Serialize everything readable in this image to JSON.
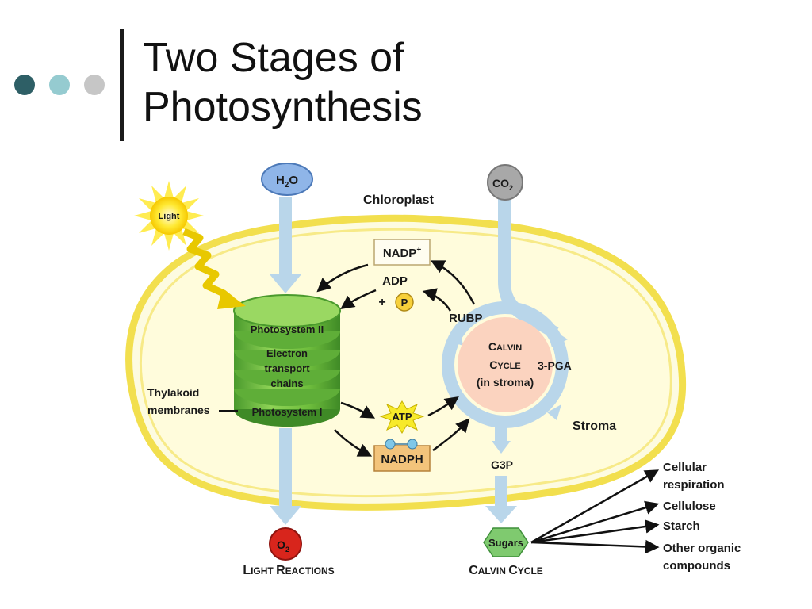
{
  "slide": {
    "title_line1": "Two Stages of",
    "title_line2": "Photosynthesis",
    "bullet_colors": [
      "#2e5f66",
      "#95cbd0",
      "#c6c6c6"
    ]
  },
  "diagram": {
    "h2o": {
      "main": "H",
      "sub": "2",
      "tail": "O"
    },
    "co2": {
      "main": "CO",
      "sub": "2"
    },
    "o2": {
      "main": "O",
      "sub": "2"
    },
    "light": "Light",
    "chloroplast": "Chloroplast",
    "stroma": "Stroma",
    "thylakoid": [
      "Thylakoid",
      "membranes"
    ],
    "photosystem_ii": "Photosystem II",
    "electron_transport": [
      "Electron",
      "transport",
      "chains"
    ],
    "photosystem_i": "Photosystem I",
    "nadp": {
      "main": "NADP",
      "sup": "+"
    },
    "adp": "ADP",
    "plus": "+",
    "phosphate": "P",
    "atp": "ATP",
    "nadph": "NADPH",
    "rubp": "RUBP",
    "calvin_cycle": [
      {
        "cap": "C",
        "rest": "ALVIN"
      },
      {
        "cap": "C",
        "rest": "YCLE"
      },
      {
        "cap": "",
        "rest": "(in stroma)"
      }
    ],
    "pga": "3-PGA",
    "g3p": "G3P",
    "sugars": "Sugars",
    "light_reactions_label": [
      {
        "cap": "L",
        "rest": "IGHT "
      },
      {
        "cap": "R",
        "rest": "EACTIONS"
      }
    ],
    "calvin_cycle_label": [
      {
        "cap": "C",
        "rest": "ALVIN "
      },
      {
        "cap": "C",
        "rest": "YCLE"
      }
    ],
    "products": [
      "Cellular",
      "respiration",
      "Cellulose",
      "Starch",
      "Other organic",
      "compounds"
    ],
    "colors": {
      "chloroplast_outline": "#f2df4e",
      "chloroplast_fill": "#fdfbe0",
      "stroma_fill": "#fffcdc",
      "thylakoid_green": "#7fca47",
      "thylakoid_dark": "#4a9a2d",
      "cycle_fill": "#fbd3bf",
      "flow_arrow": "#b9d6ea",
      "nadph_box": "#f3c47b",
      "atp_star": "#f7ea2a",
      "o2_red": "#d8251c",
      "h2o_blue": "#8fb5e8",
      "co2_gray": "#a8a8a8",
      "sugars_green": "#7fca6f"
    }
  }
}
